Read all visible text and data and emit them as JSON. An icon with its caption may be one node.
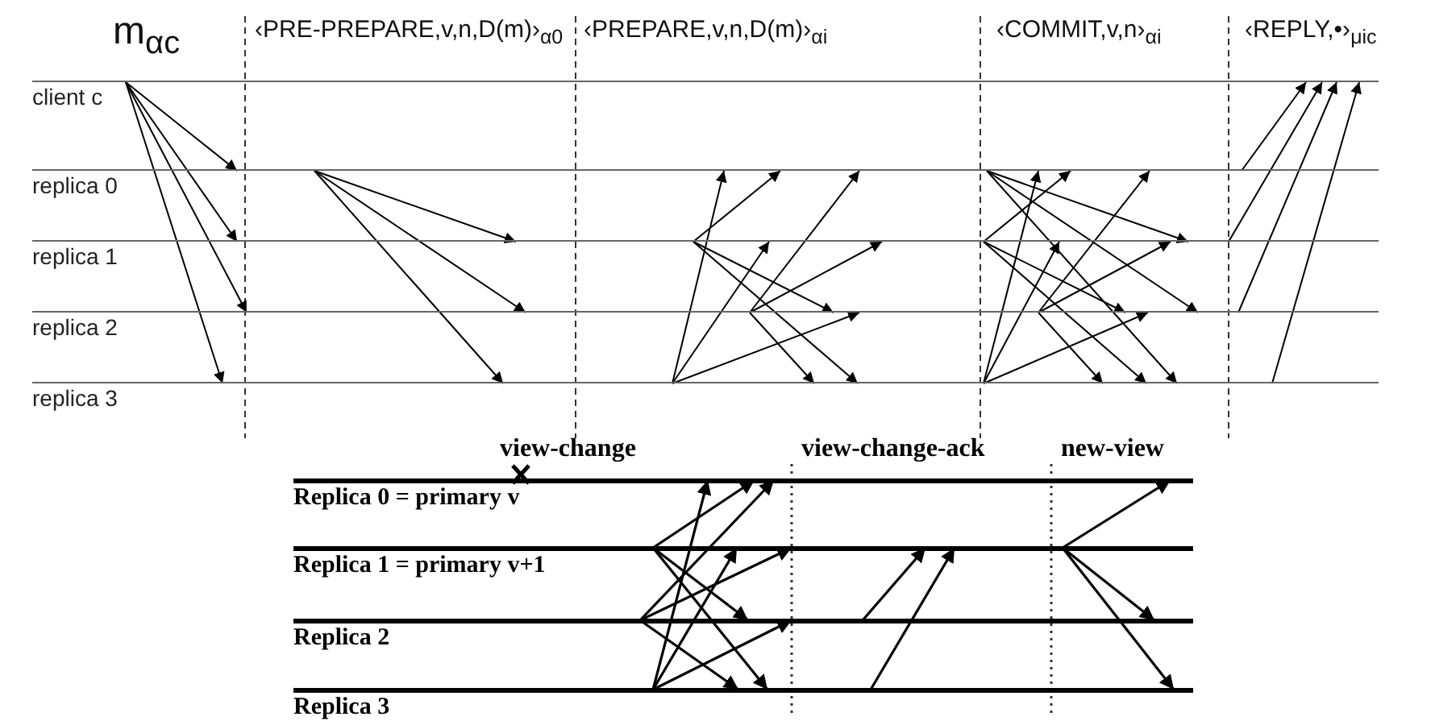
{
  "diagram": {
    "nodes": [
      {
        "text": [
          "client c"
        ]
      },
      {
        "text": [
          "replica 0"
        ]
      },
      {
        "text": [
          "replica 1"
        ]
      },
      {
        "text": [
          "replica 2"
        ]
      },
      {
        "text": [
          "replica 3"
        ]
      },
      {
        "text": [
          "Replica 0 = primary v"
        ]
      },
      {
        "text": [
          "Replica 1 = primary v+1"
        ]
      },
      {
        "text": [
          "Replica 2"
        ]
      },
      {
        "text": [
          "Replica 3"
        ]
      }
    ],
    "edges": [
      {
        "from": 0,
        "to": 1,
        "arrow": "to"
      },
      {
        "from": 0,
        "to": 2,
        "arrow": "to"
      },
      {
        "from": 0,
        "to": 3,
        "arrow": "to"
      },
      {
        "from": 0,
        "to": 4,
        "arrow": "to"
      },
      {
        "from": 1,
        "to": 2,
        "arrow": "to"
      },
      {
        "from": 1,
        "to": 3,
        "arrow": "to"
      },
      {
        "from": 1,
        "to": 4,
        "arrow": "to"
      },
      {
        "from": 4,
        "to": 1,
        "arrow": "to"
      },
      {
        "from": 2,
        "to": 1,
        "arrow": "to"
      },
      {
        "from": 2,
        "to": 3,
        "arrow": "to"
      },
      {
        "from": 2,
        "to": 4,
        "arrow": "to"
      },
      {
        "from": 3,
        "to": 4,
        "arrow": "to"
      },
      {
        "from": 3,
        "to": 1,
        "arrow": "to"
      },
      {
        "from": 3,
        "to": 2,
        "arrow": "to"
      },
      {
        "from": 4,
        "to": 2,
        "arrow": "to"
      },
      {
        "from": 4,
        "to": 3,
        "arrow": "to"
      },
      {
        "from": 1,
        "to": 2,
        "arrow": "to"
      },
      {
        "from": 1,
        "to": 3,
        "arrow": "to"
      },
      {
        "from": 1,
        "to": 4,
        "arrow": "to"
      },
      {
        "from": 2,
        "to": 1,
        "arrow": "to"
      },
      {
        "from": 2,
        "to": 3,
        "arrow": "to"
      },
      {
        "from": 2,
        "to": 4,
        "arrow": "to"
      },
      {
        "from": 3,
        "to": 1,
        "arrow": "to"
      },
      {
        "from": 3,
        "to": 2,
        "arrow": "to"
      },
      {
        "from": 3,
        "to": 4,
        "arrow": "to"
      },
      {
        "from": 4,
        "to": 1,
        "arrow": "to"
      },
      {
        "from": 4,
        "to": 2,
        "arrow": "to"
      },
      {
        "from": 4,
        "to": 3,
        "arrow": "to"
      },
      {
        "from": 1,
        "to": 0,
        "arrow": "to"
      },
      {
        "from": 2,
        "to": 0,
        "arrow": "to"
      },
      {
        "from": 3,
        "to": 0,
        "arrow": "to"
      },
      {
        "from": 4,
        "to": 0,
        "arrow": "to"
      },
      {
        "from": 6,
        "to": 5,
        "arrow": "to"
      },
      {
        "from": 6,
        "to": 7,
        "arrow": "to"
      },
      {
        "from": 6,
        "to": 8,
        "arrow": "to"
      },
      {
        "from": 7,
        "to": 5,
        "arrow": "to"
      },
      {
        "from": 7,
        "to": 6,
        "arrow": "to"
      },
      {
        "from": 7,
        "to": 8,
        "arrow": "to"
      },
      {
        "from": 8,
        "to": 5,
        "arrow": "to"
      },
      {
        "from": 8,
        "to": 6,
        "arrow": "to"
      },
      {
        "from": 8,
        "to": 7,
        "arrow": "to"
      },
      {
        "from": 7,
        "to": 6,
        "arrow": "to"
      },
      {
        "from": 8,
        "to": 6,
        "arrow": "to"
      },
      {
        "from": 6,
        "to": 5,
        "arrow": "to"
      },
      {
        "from": 6,
        "to": 7,
        "arrow": "to"
      },
      {
        "from": 6,
        "to": 8,
        "arrow": "to"
      }
    ],
    "labels": [
      "m$_{αc}$",
      "‹PRE-PREPARE,v,n,D(m)›$_{α0}$",
      "‹PREPARE,v,n,D(m)›$_{αi}$",
      "‹COMMIT,v,n›$_{αi}$",
      "‹REPLY,•›$_{μic}$",
      "view-change",
      "view-change-ack",
      "new-view"
    ]
  }
}
